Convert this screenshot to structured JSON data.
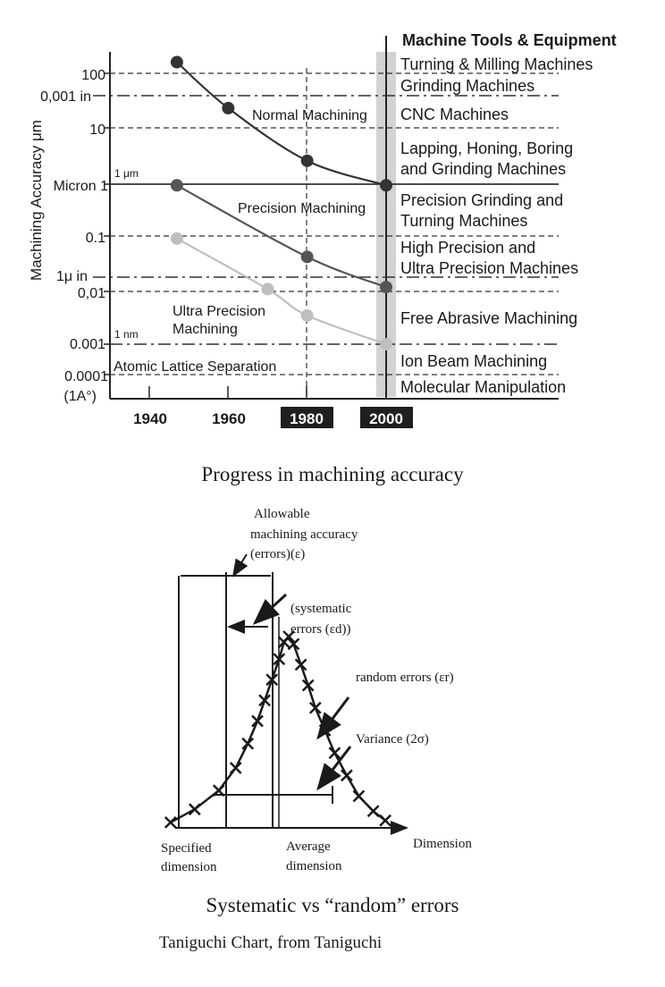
{
  "chart_data": [
    {
      "type": "line",
      "yscale": "log",
      "ylabel": "Machining Accuracy μm",
      "x_ticks": [
        "1940",
        "1960",
        "1980",
        "2000"
      ],
      "highlighted_x_ticks": [
        "1980",
        "2000"
      ],
      "y_ticks": [
        {
          "value": 100,
          "label": "100"
        },
        {
          "value": 10,
          "label": "10"
        },
        {
          "value": 1,
          "label": "Micron 1"
        },
        {
          "value": 0.1,
          "label": "0.1"
        },
        {
          "value": 0.01,
          "label": "0,01"
        },
        {
          "value": 0.001,
          "label": "0.001"
        },
        {
          "value": 0.0001,
          "label": "0.0001"
        }
      ],
      "extra_labels": {
        "in_0001": "0,001 in",
        "u_in": "1μ in",
        "angstrom": "(1A°)",
        "one_um": "1 μm",
        "one_nm": "1 nm",
        "atomic": "Atomic Lattice Separation"
      },
      "series": [
        {
          "name": "Normal Machining",
          "color": "#333333",
          "points": [
            [
              1947,
              160
            ],
            [
              1960,
              23
            ],
            [
              1980,
              2.6
            ],
            [
              2000,
              0.95
            ]
          ]
        },
        {
          "name": "Precision Machining",
          "color": "#555555",
          "points": [
            [
              1947,
              0.95
            ],
            [
              1980,
              0.042
            ],
            [
              2000,
              0.012
            ]
          ]
        },
        {
          "name": "Ultra Precision Machining",
          "color": "#bfbfbf",
          "points": [
            [
              1947,
              0.09
            ],
            [
              1970,
              0.011
            ],
            [
              1980,
              0.0035
            ],
            [
              2000,
              0.001
            ]
          ]
        }
      ],
      "series_labels": [
        "Normal Machining",
        "Precision Machining",
        "Ultra Precision",
        "Machining"
      ],
      "equipment_header": "Machine Tools & Equipment",
      "equipment": [
        "Turning & Milling Machines",
        "Grinding Machines",
        "CNC Machines",
        "Lapping, Honing, Boring",
        "and Grinding Machines",
        "Precision Grinding and",
        "Turning Machines",
        "High Precision and",
        "Ultra Precision Machines",
        "Free Abrasive Machining",
        "Ion Beam Machining",
        "Molecular Manipulation"
      ]
    },
    {
      "type": "scatter",
      "xlabel": "Dimension",
      "curve_points": [
        [
          0.04,
          0.01
        ],
        [
          0.14,
          0.08
        ],
        [
          0.24,
          0.18
        ],
        [
          0.31,
          0.3
        ],
        [
          0.36,
          0.43
        ],
        [
          0.4,
          0.55
        ],
        [
          0.43,
          0.66
        ],
        [
          0.46,
          0.77
        ],
        [
          0.49,
          0.88
        ],
        [
          0.51,
          0.97
        ],
        [
          0.53,
          1.0
        ],
        [
          0.55,
          0.96
        ],
        [
          0.58,
          0.85
        ],
        [
          0.61,
          0.74
        ],
        [
          0.64,
          0.62
        ],
        [
          0.68,
          0.5
        ],
        [
          0.72,
          0.38
        ],
        [
          0.77,
          0.26
        ],
        [
          0.82,
          0.15
        ],
        [
          0.88,
          0.07
        ],
        [
          0.93,
          0.02
        ]
      ],
      "annotations": {
        "allowable": [
          "Allowable",
          "machining accuracy",
          "(errors)(ε)"
        ],
        "systematic": [
          "(systematic",
          "errors (εd))"
        ],
        "random": "random errors (εr)",
        "variance": "Variance (2σ)",
        "specified": [
          "Specified",
          "dimension"
        ],
        "average": [
          "Average",
          "dimension"
        ]
      }
    }
  ],
  "captions": {
    "chart1": "Progress in machining accuracy",
    "chart2": "Systematic vs “random” errors",
    "source": "Taniguchi Chart, from Taniguchi"
  }
}
